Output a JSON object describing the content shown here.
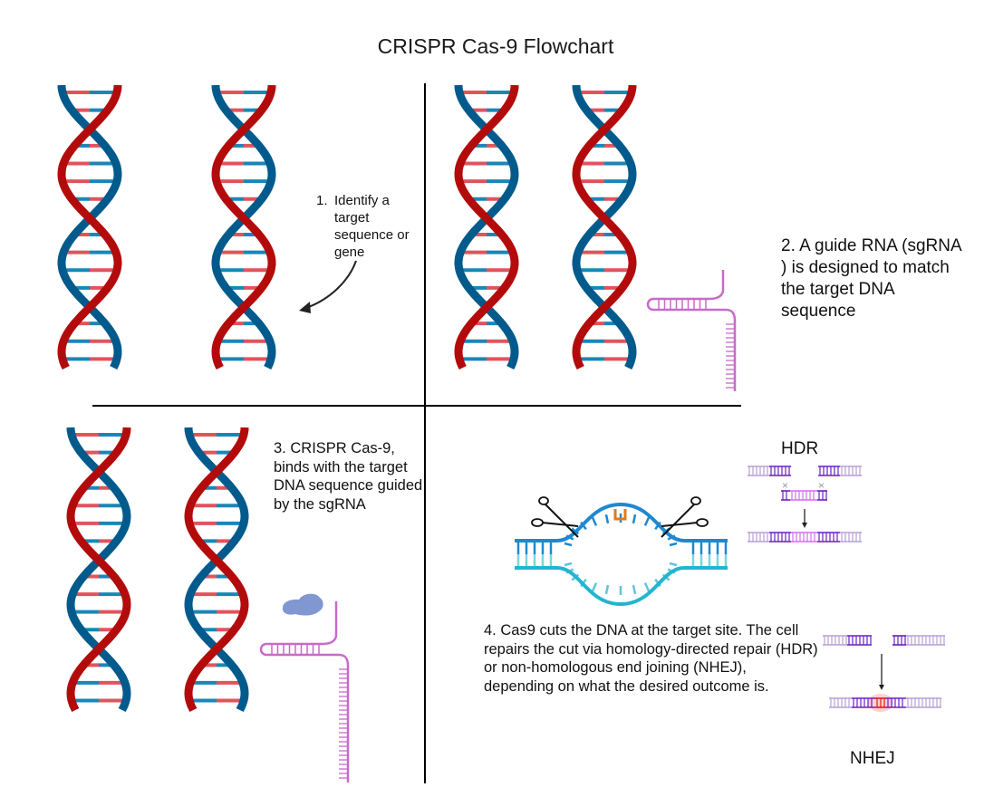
{
  "title": "CRISPR Cas-9 Flowchart",
  "steps": [
    {
      "number": "1.",
      "text": "Identify a target sequence or gene"
    },
    {
      "number": "2.",
      "text": "A guide RNA (sgRNA ) is designed to match the target DNA sequence"
    },
    {
      "number": "3.",
      "text": "CRISPR Cas-9, binds with the target DNA sequence guided by the sgRNA"
    },
    {
      "number": "4.",
      "text": "Cas9 cuts the DNA at the target site. The cell repairs the cut via homology-directed repair (HDR) or non-homologous end joining (NHEJ), depending on what the desired outcome is."
    }
  ],
  "labels": {
    "hdr": "HDR",
    "nhej": "NHEJ"
  },
  "colors": {
    "strand_red": "#b30b0b",
    "strand_blue": "#005a8c",
    "base_red": "#e0545c",
    "base_blue": "#1a86b8",
    "target_yellow": "#f5e800",
    "sgrna_pink": "#c76bc9",
    "cas9_blob": "#8197d1",
    "cut_dna_top": "#1e88d0",
    "cut_dna_bottom": "#22b5cf",
    "pam_orange": "#e07a1a",
    "repair_purple": "#6a1fc2",
    "repair_light": "#b79fd6",
    "repair_magenta": "#d36df0",
    "nhej_red": "#e01a1a",
    "divider": "#000000"
  }
}
